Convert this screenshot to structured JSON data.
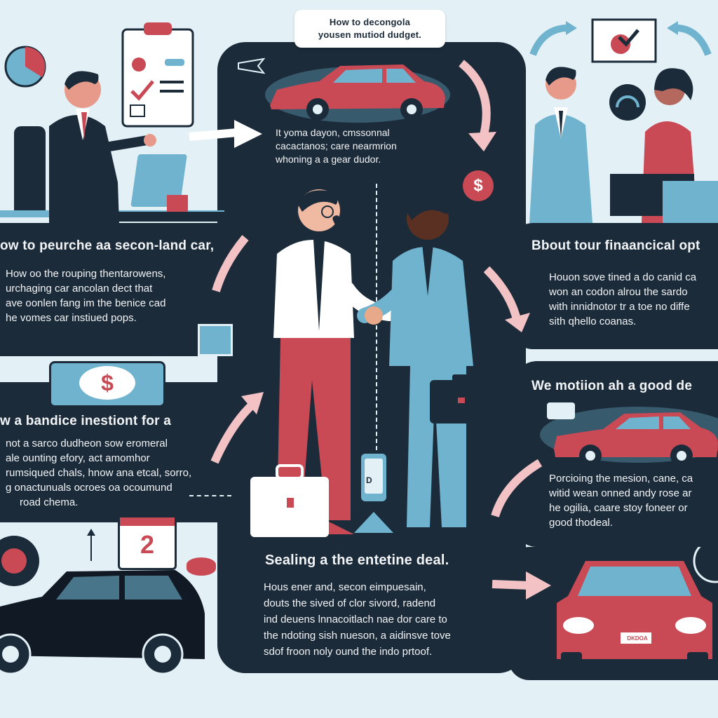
{
  "top_banner": {
    "line1": "How to decongola",
    "line2": "yousen mutiod dudget."
  },
  "center_top": {
    "lines": [
      "It yoma dayon, cmssonnal",
      "cacactanos; care nearmrion",
      "whoning a a gear dudor."
    ],
    "dollar_symbol": "$"
  },
  "left_section_1": {
    "heading": "ow to peurche aa secon-land car,",
    "lines": [
      "How oo the rouping thentarowens,",
      "urchaging car ancolan dect that",
      "ave oonlen fang im the benice cad",
      "he vomes car instiued pops."
    ]
  },
  "left_section_2": {
    "heading": "w a bandice inestiont for a",
    "lines": [
      "not a sarco dudheon sow eromeral",
      "ale ounting efory, act amomhor",
      "rumsiqued chals, hnow ana etcal, sorro,",
      "g onactunuals ocroes oa ocoumund",
      "road chema."
    ],
    "dollar_symbol": "$",
    "calendar_number": "2"
  },
  "right_section_1": {
    "heading": "Bbout tour finaancical opt",
    "lines": [
      "Houon sove tined a do canid ca",
      "won an codon alrou the sardo",
      "with innidnotor tr a toe no diffe",
      "sith qhello coanas."
    ]
  },
  "right_section_2": {
    "heading": "We motiion ah a good de",
    "lines": [
      "Porcioing the mesion, cane, ca",
      "witid wean onned andy rose ar",
      "he ogilia, caare stoy foneer or",
      "good thodeal."
    ]
  },
  "bottom_center": {
    "heading": "Sealing a the entetine deal.",
    "lines": [
      "Hous ener and, secon eimpuesain,",
      "douts the sived of clor sivord, radend",
      "ind deuens lnnacoitlach nae dor care to",
      "the ndoting sish nueson, a aidinsve tove",
      "sdof froon noly ound the indo prtoof."
    ]
  },
  "phone_label": "D",
  "car_plate": "DKDOA",
  "colors": {
    "navy": "#1b2b3a",
    "red": "#c94a55",
    "light_blue": "#e3f1f7",
    "teal": "#6fb3cf"
  }
}
